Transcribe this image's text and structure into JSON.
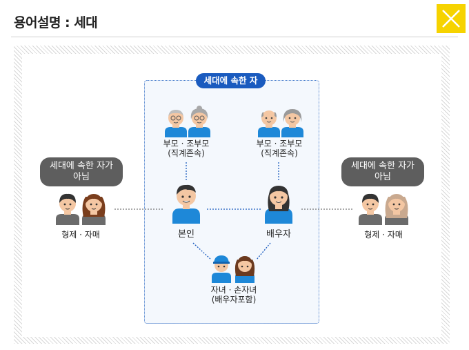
{
  "header": {
    "title": "용어설명 : 세대"
  },
  "close_label": "",
  "group": {
    "label": "세대에 속한 자"
  },
  "outside": {
    "left_label_line1": "세대에 속한 자가",
    "left_label_line2": "아님",
    "right_label_line1": "세대에 속한 자가",
    "right_label_line2": "아님",
    "left_siblings": "형제 · 자매",
    "right_siblings": "형제 · 자매"
  },
  "members": {
    "left_parents_line1": "부모 · 조부모",
    "left_parents_line2": "(직계존속)",
    "right_parents_line1": "부모 · 조부모",
    "right_parents_line2": "(직계존속)",
    "self": "본인",
    "spouse": "배우자",
    "children_line1": "자녀 · 손자녀",
    "children_line2": "(배우자포함)"
  },
  "colors": {
    "accent_blue": "#1a5bbf",
    "shirt_blue": "#1e88d8",
    "close_yellow": "#f6d300",
    "gray_pill": "#5e5e5e",
    "gray_shirt": "#6b6b6b"
  }
}
